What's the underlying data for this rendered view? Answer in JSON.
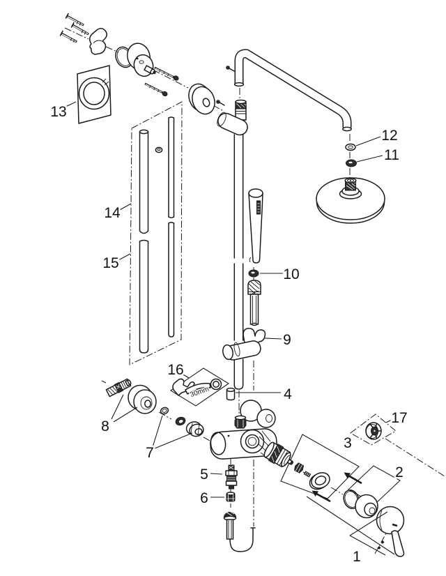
{
  "diagram": {
    "kind": "exploded parts diagram",
    "subject": "shower system with thermostatic mixer, head shower and hand shower",
    "wrench_size_label": "30mm",
    "callouts": [
      "1",
      "2",
      "3",
      "4",
      "5",
      "6",
      "7",
      "8",
      "9",
      "10",
      "11",
      "12",
      "13",
      "14",
      "15",
      "16",
      "17"
    ]
  }
}
